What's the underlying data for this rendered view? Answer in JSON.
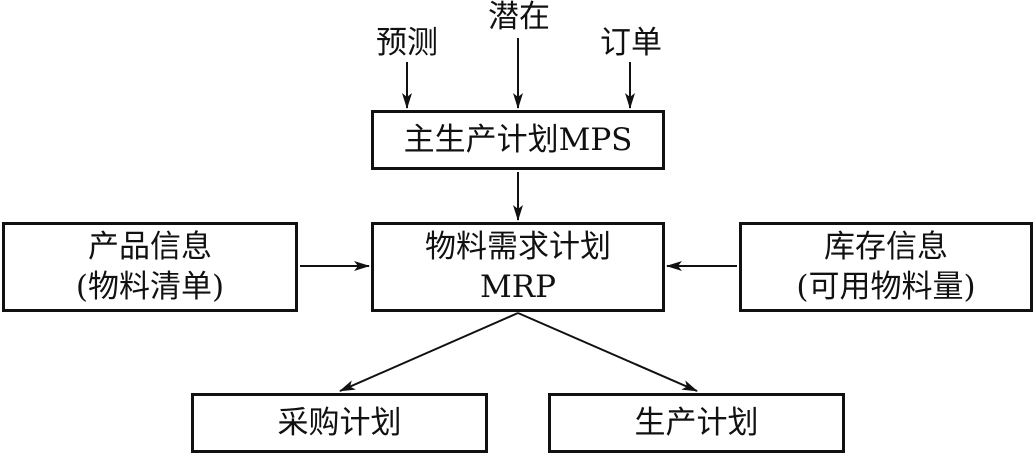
{
  "inputs": {
    "forecast": "预测",
    "potential": "潜在",
    "order": "订单"
  },
  "mps": {
    "label": "主生产计划MPS"
  },
  "mrp": {
    "line1": "物料需求计划",
    "line2": "MRP"
  },
  "product_info": {
    "line1": "产品信息",
    "line2": "(物料清单)"
  },
  "stock_info": {
    "line1": "库存信息",
    "line2": "(可用物料量)"
  },
  "outputs": {
    "purchase": "采购计划",
    "production": "生产计划"
  },
  "colors": {
    "stroke": "#111111",
    "background": "#ffffff"
  }
}
